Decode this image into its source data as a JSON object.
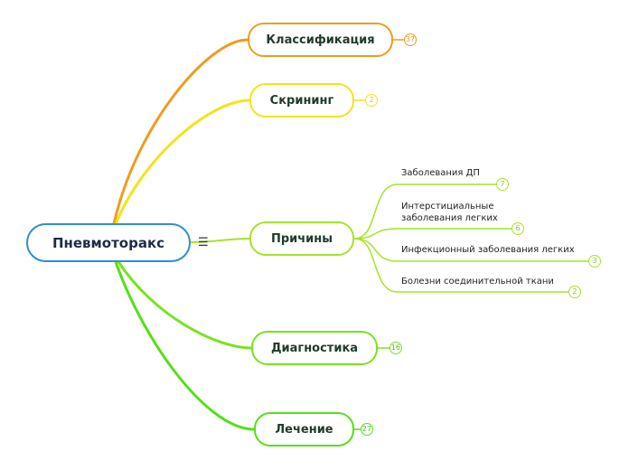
{
  "root": {
    "label": "Пневмоторакс"
  },
  "topics": [
    {
      "label": "Классификация",
      "count": "37",
      "color": "#f39a1e"
    },
    {
      "label": "Скрининг",
      "count": "2",
      "color": "#f2e41c"
    },
    {
      "label": "Причины",
      "color": "#a6e32a"
    },
    {
      "label": "Диагностика",
      "count": "16",
      "color": "#7ae21f"
    },
    {
      "label": "Лечение",
      "count": "27",
      "color": "#54e018"
    }
  ],
  "causes": [
    {
      "label": "Заболевания ДП",
      "count": "7"
    },
    {
      "label": "Интерстициальные\nзаболевания легких",
      "count": "6"
    },
    {
      "label": "Инфекционный заболевания легких",
      "count": "3"
    },
    {
      "label": "Болезни соединительной ткани",
      "count": "2"
    }
  ],
  "colors": {
    "root_border": "#2f8fd0",
    "cause_line": "#a6e32a"
  },
  "icons": {
    "menu": "hamburger-menu-icon"
  }
}
